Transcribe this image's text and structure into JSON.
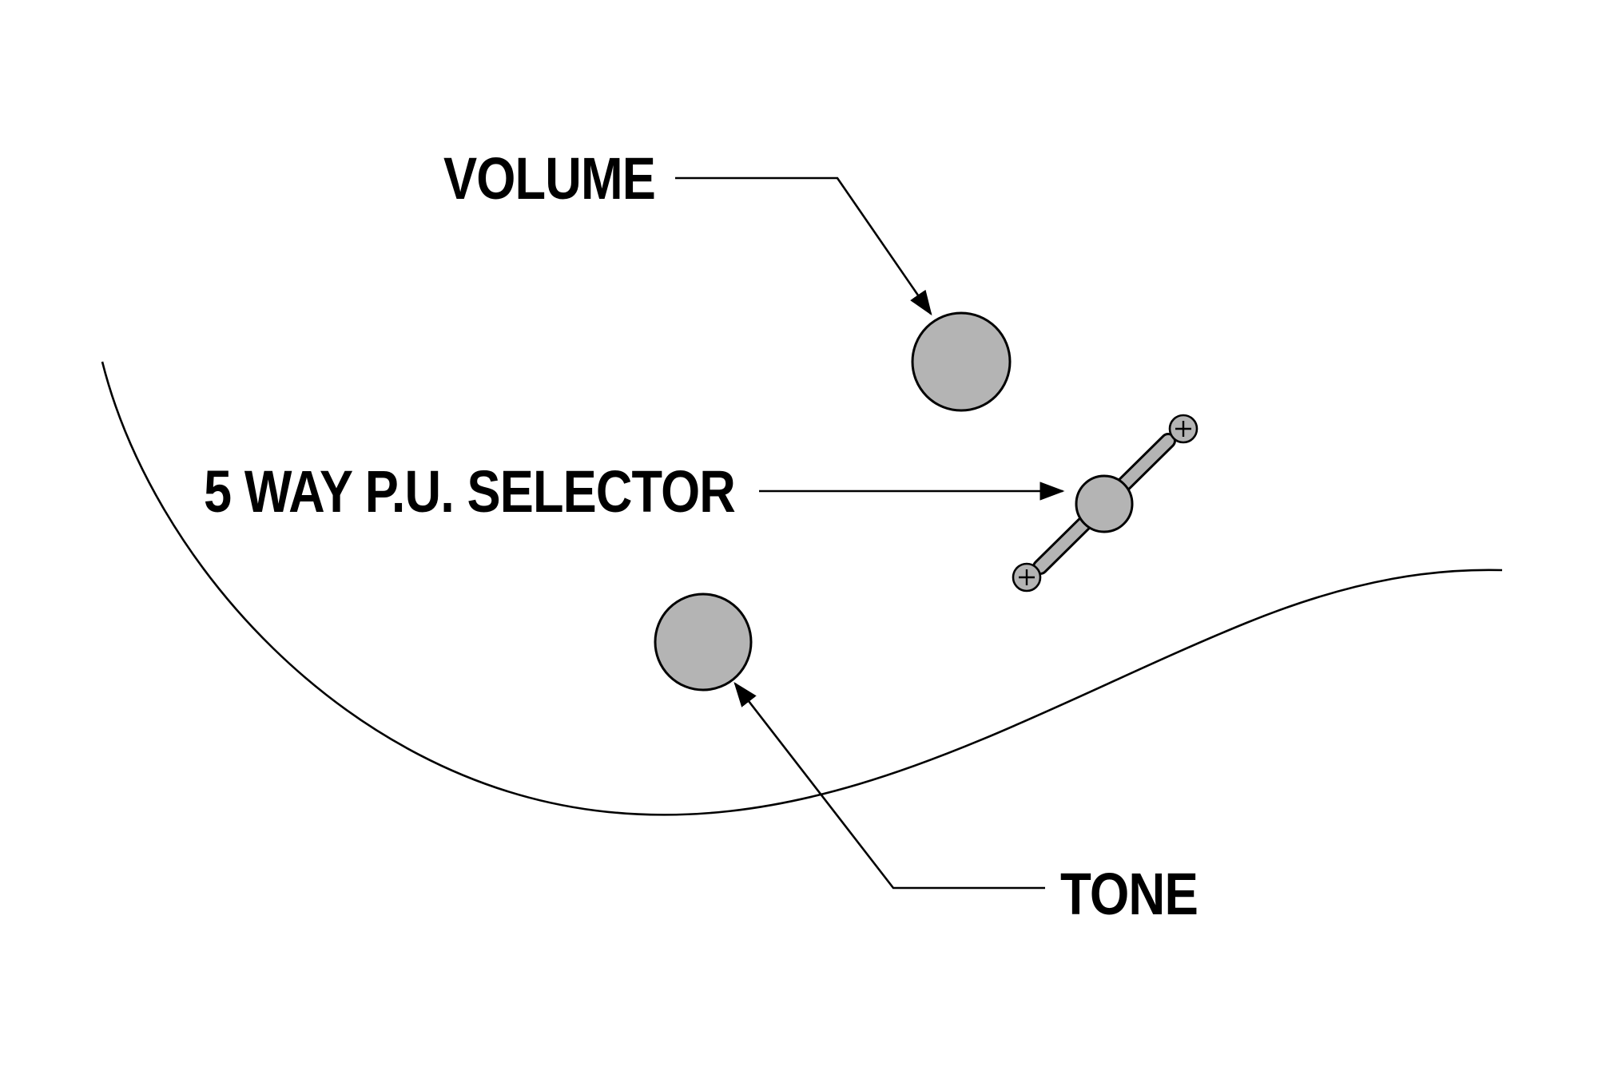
{
  "diagram": {
    "labels": {
      "volume": "VOLUME",
      "selector": "5 WAY P.U. SELECTOR",
      "tone": "TONE"
    },
    "colors": {
      "knob_fill": "#b4b4b4",
      "line": "#000000",
      "background": "#ffffff"
    }
  }
}
